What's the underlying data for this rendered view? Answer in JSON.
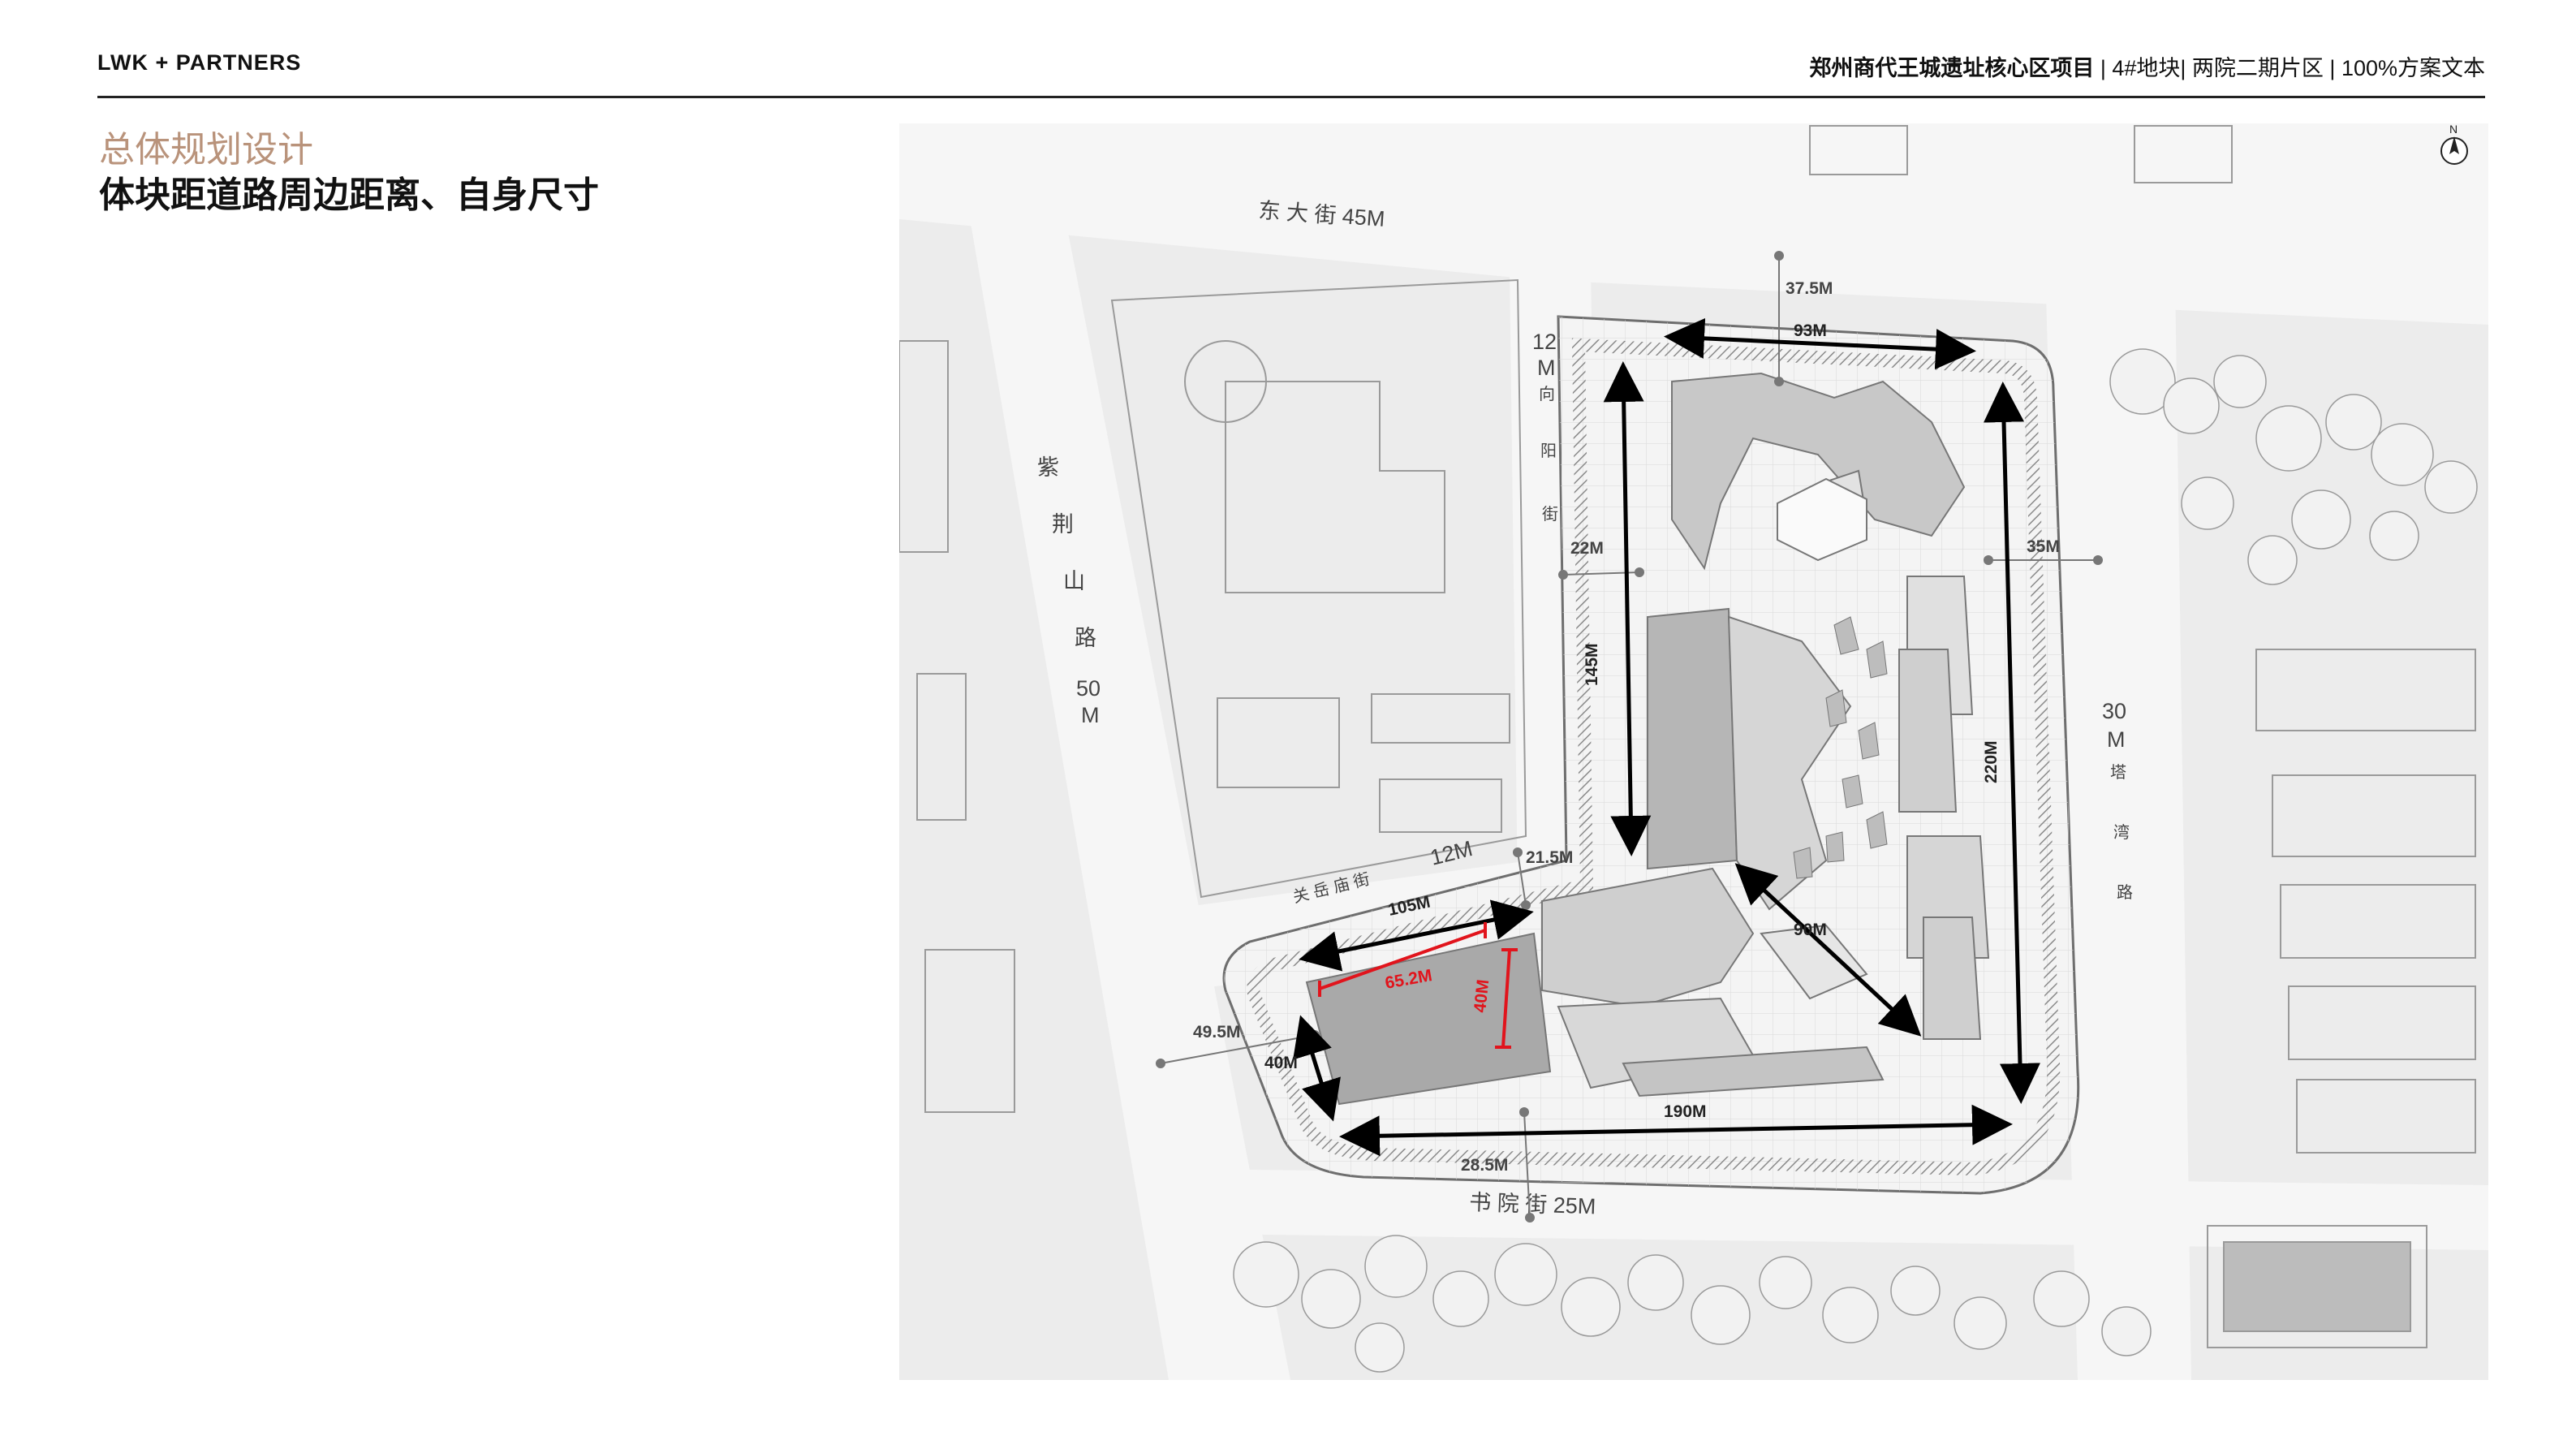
{
  "header": {
    "brand": "LWK + PARTNERS",
    "project_bold": "郑州商代王城遗址核心区项目",
    "project_rest": " | 4#地块| 两院二期片区 | 100%方案文本"
  },
  "section": {
    "title": "总体规划设计",
    "subtitle": "体块距道路周边距离、自身尺寸"
  },
  "roads": {
    "east_street": "东 大 街 45M",
    "zijingshan_chars": [
      "紫",
      "荆",
      "山",
      "路"
    ],
    "zijingshan_width": [
      "50",
      "M"
    ],
    "xiangyang_width": [
      "12",
      "M"
    ],
    "xiangyang_chars": [
      "向",
      "阳",
      "街"
    ],
    "guanyue": "关 岳 庙 街",
    "guanyue_width": "12M",
    "tawan_width": [
      "30",
      "M"
    ],
    "tawan_chars": [
      "塔",
      "湾",
      "路"
    ],
    "shuyuan": "书 院 街 25M"
  },
  "dimensions": {
    "d_93": "93M",
    "d_37_5": "37.5M",
    "d_22": "22M",
    "d_35": "35M",
    "d_145": "145M",
    "d_220": "220M",
    "d_90": "90M",
    "d_21_5": "21.5M",
    "d_105": "105M",
    "d_49_5": "49.5M",
    "d_40_left": "40M",
    "d_190": "190M",
    "d_28_5": "28.5M"
  },
  "highlight": {
    "length": "65.2M",
    "width": "40M",
    "color": "#e1141c"
  },
  "north_arrow": "N"
}
